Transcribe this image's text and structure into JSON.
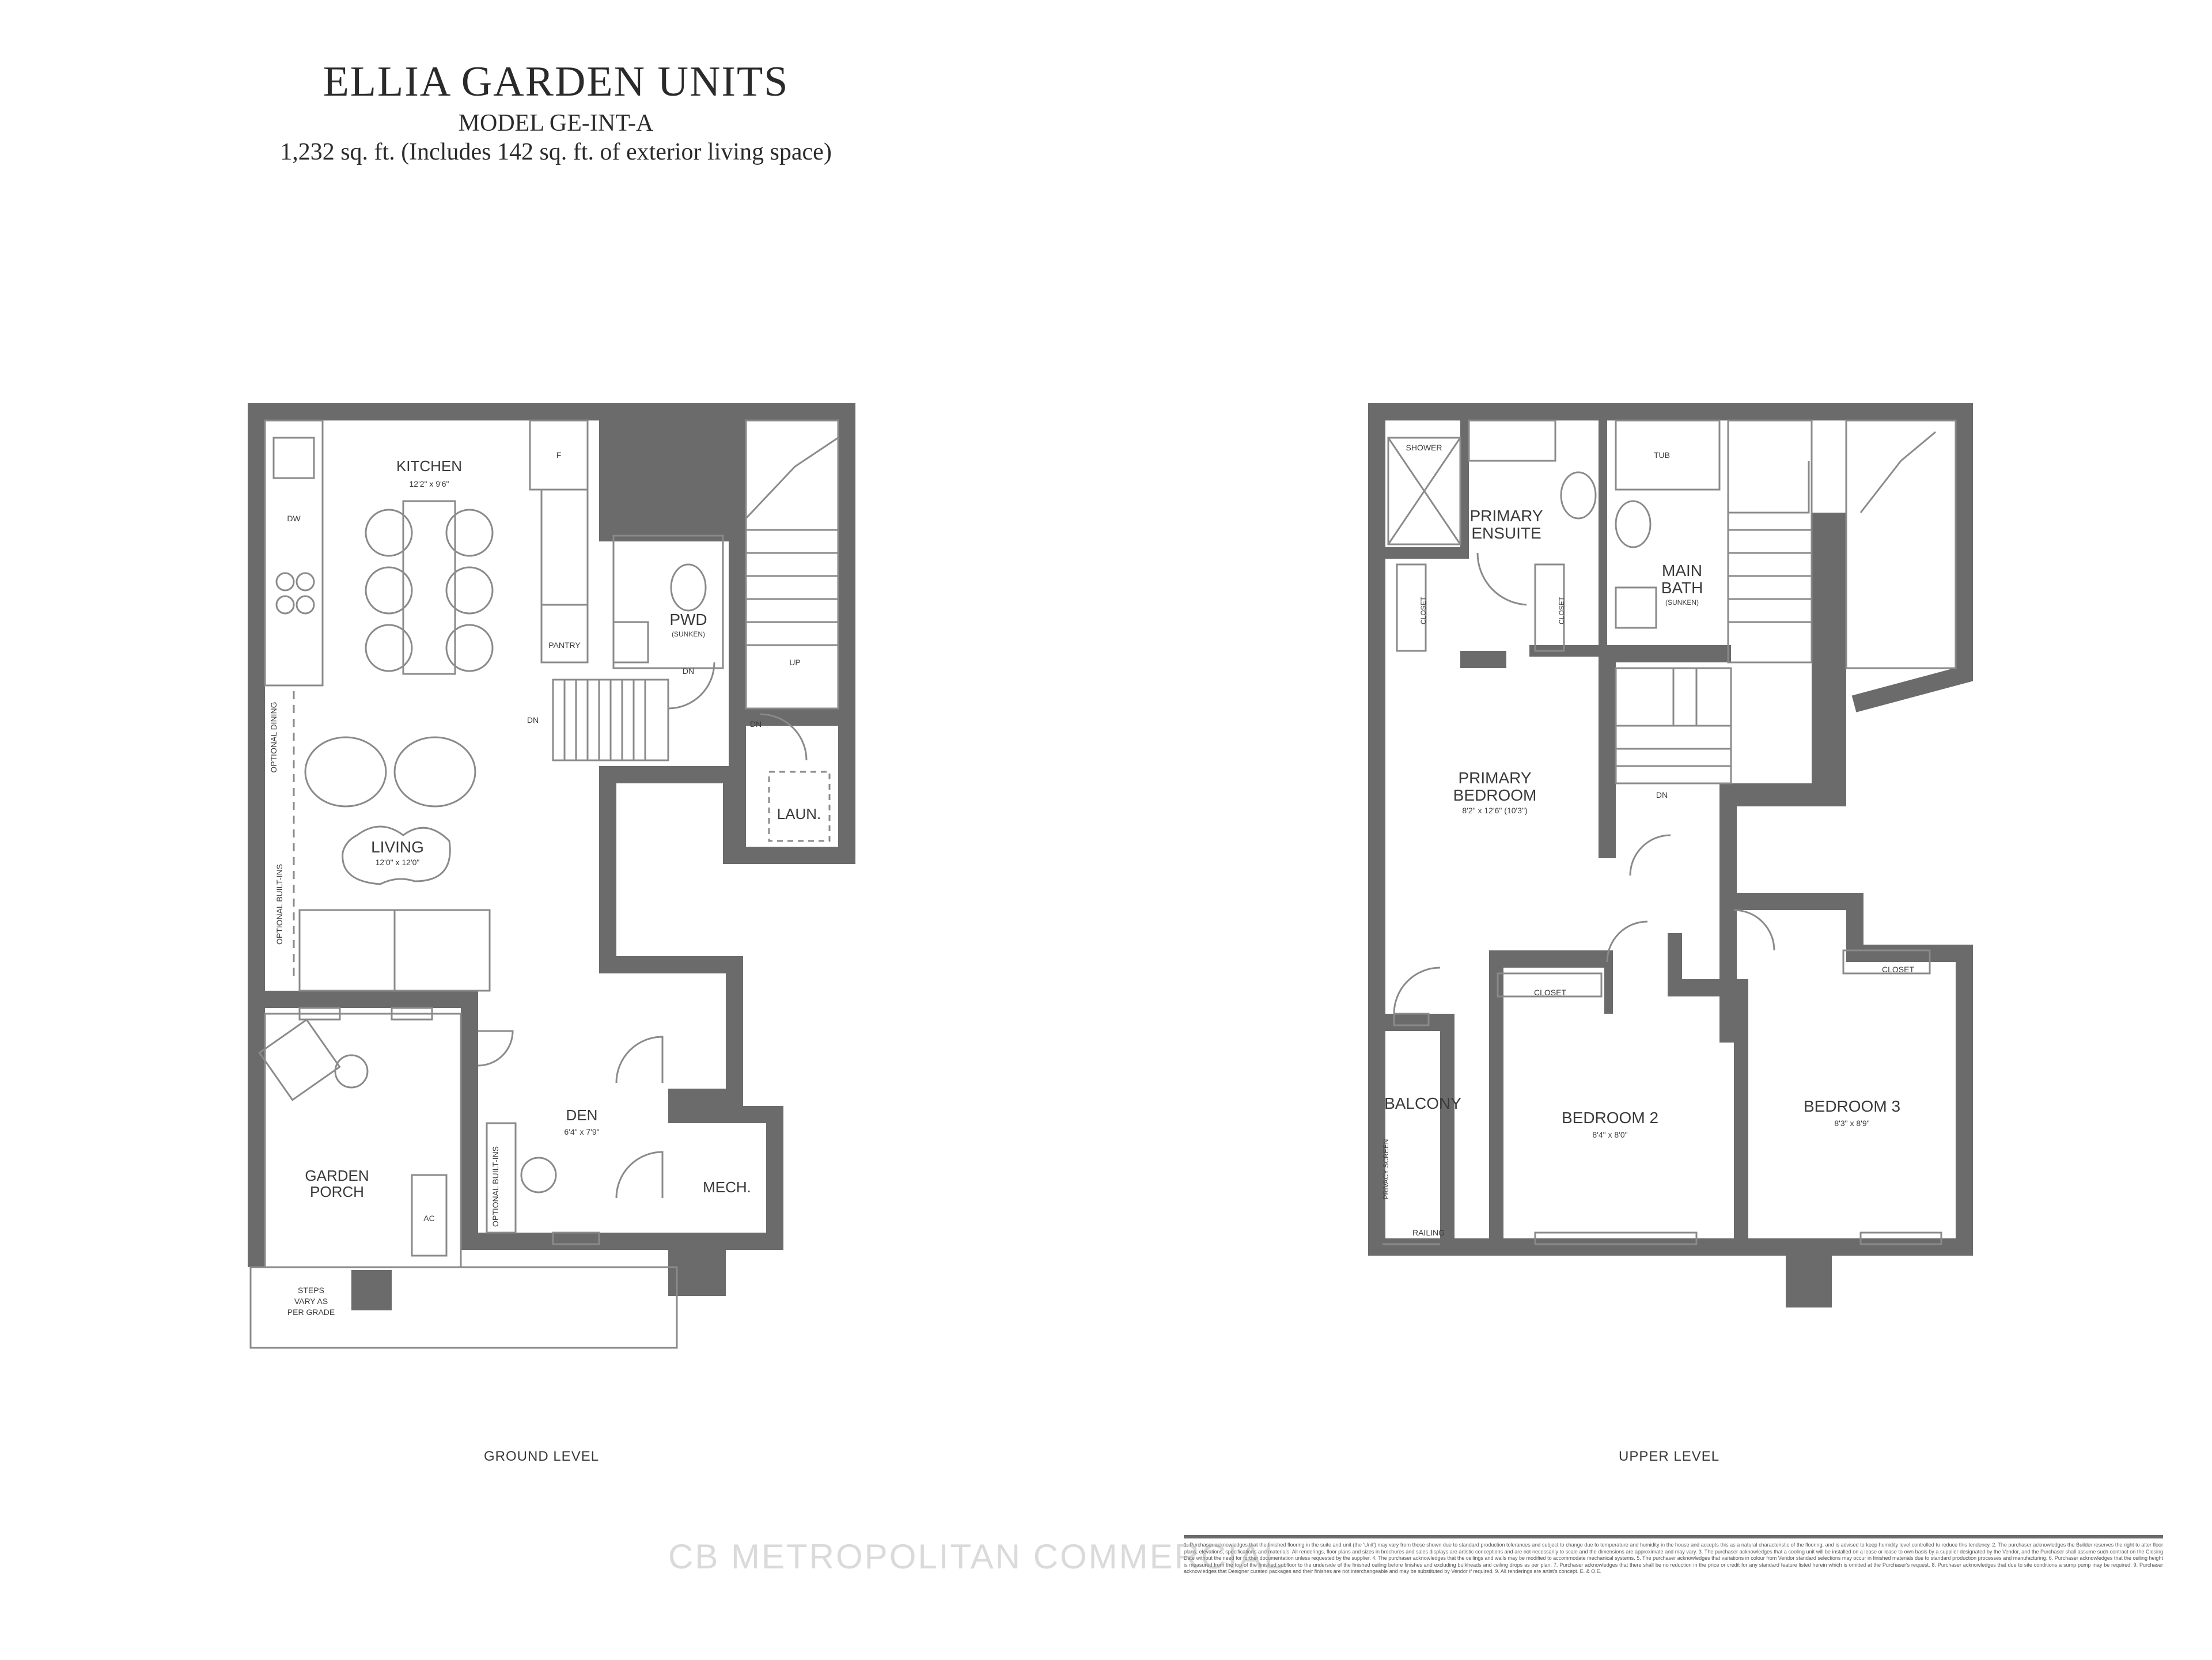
{
  "header": {
    "title": "ELLIA GARDEN UNITS",
    "model": "MODEL GE-INT-A",
    "area": "1,232 sq. ft. (Includes 142 sq. ft. of exterior living space)"
  },
  "ground": {
    "level_label": "GROUND LEVEL",
    "kitchen": "KITCHEN",
    "kitchen_dim": "12'2\" x 9'6\"",
    "dw": "DW",
    "fridge": "F",
    "pantry": "PANTRY",
    "pwd": "PWD",
    "pwd_note": "(SUNKEN)",
    "up": "UP",
    "dn": "DN",
    "optional_dining": "OPTIONAL DINING",
    "optional_built_ins": "OPTIONAL BUILT-INS",
    "living": "LIVING",
    "living_dim": "12'0\" x 12'0\"",
    "laun": "LAUN.",
    "den": "DEN",
    "den_dim": "6'4\" x 7'9\"",
    "mech": "MECH.",
    "garden": "GARDEN",
    "porch": "PORCH",
    "ac": "AC",
    "steps1": "STEPS",
    "steps2": "VARY AS",
    "steps3": "PER GRADE"
  },
  "upper": {
    "level_label": "UPPER LEVEL",
    "shower": "SHOWER",
    "tub": "TUB",
    "primary_ensuite_1": "PRIMARY",
    "primary_ensuite_2": "ENSUITE",
    "main_bath_1": "MAIN",
    "main_bath_2": "BATH",
    "main_bath_note": "(SUNKEN)",
    "closet": "CLOSET",
    "primary_bedroom_1": "PRIMARY",
    "primary_bedroom_2": "BEDROOM",
    "primary_bedroom_dim": "8'2\" x 12'6\" (10'3\")",
    "dn": "DN",
    "balcony": "BALCONY",
    "privacy_screen": "PRIVACY SCREEN",
    "railing": "RAILING",
    "bedroom2": "BEDROOM 2",
    "bedroom2_dim": "8'4\" x 8'0\"",
    "bedroom3": "BEDROOM 3",
    "bedroom3_dim": "8'3\" x 8'9\""
  },
  "disclaimer": "1. Purchaser acknowledges that the finished flooring in the suite and unit (the 'Unit') may vary from those shown due to standard production tolerances and subject to change due to temperature and humidity in the house and accepts this as a natural characteristic of the flooring, and is advised to keep humidity level controlled to reduce this tendency. 2. The purchaser acknowledges the Builder reserves the right to alter floor plans, elevations, specifications and materials. All renderings, floor plans and sizes in brochures and sales displays are artistic conceptions and are not necessarily to scale and the dimensions are approximate and may vary. 3. The purchaser acknowledges that a cooling unit will be installed on a lease or lease to own basis by a supplier designated by the Vendor, and the Purchaser shall assume such contract on the Closing Date without the need for further documentation unless requested by the supplier. 4. The purchaser acknowledges that the ceilings and walls may be modified to accommodate mechanical systems. 5. The purchaser acknowledges that variations in colour from Vendor standard selections may occur in finished materials due to standard production processes and manufacturing. 6. Purchaser acknowledges that the ceiling height is measured from the top of the finished subfloor to the underside of the finished ceiling before finishes and excluding bulkheads and ceiling drops as per plan. 7. Purchaser acknowledges that there shall be no reduction in the price or credit for any standard feature listed herein which is omitted at the Purchaser's request. 8. Purchaser acknowledges that due to site conditions a sump pump may be required. 9. Purchaser acknowledges that Designer curated packages and their finishes are not interchangeable and may be substituted by Vendor if required. 9. All renderings are artist's concept. E. & O.E.",
  "watermark": "CB METROPOLITAN COMMERCIAL",
  "colors": {
    "wall": "#6b6b6b",
    "line": "#8a8a8a",
    "text": "#3a3a3a"
  }
}
